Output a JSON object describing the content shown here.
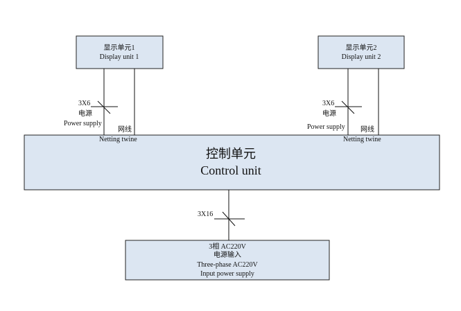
{
  "display1": {
    "zh": "显示单元1",
    "en": "Display unit 1"
  },
  "display2": {
    "zh": "显示单元2",
    "en": "Display unit 2"
  },
  "control": {
    "zh": "控制单元",
    "en": "Control unit"
  },
  "input": {
    "line1": "3相 AC220V",
    "line2": "电源输入",
    "line3": "Three-phase AC220V",
    "line4": "Input power supply"
  },
  "left_link": {
    "cable": "3X6",
    "power_zh": "电源",
    "power_en": "Power supply",
    "net_zh": "网线",
    "net_en": "Netting twine"
  },
  "right_link": {
    "cable": "3X6",
    "power_zh": "电源",
    "power_en": "Power supply",
    "net_zh": "网线",
    "net_en": "Netting twine"
  },
  "bottom_link": {
    "cable": "3X16"
  },
  "colors": {
    "box_fill": "#dce6f2",
    "stroke": "#111111"
  }
}
